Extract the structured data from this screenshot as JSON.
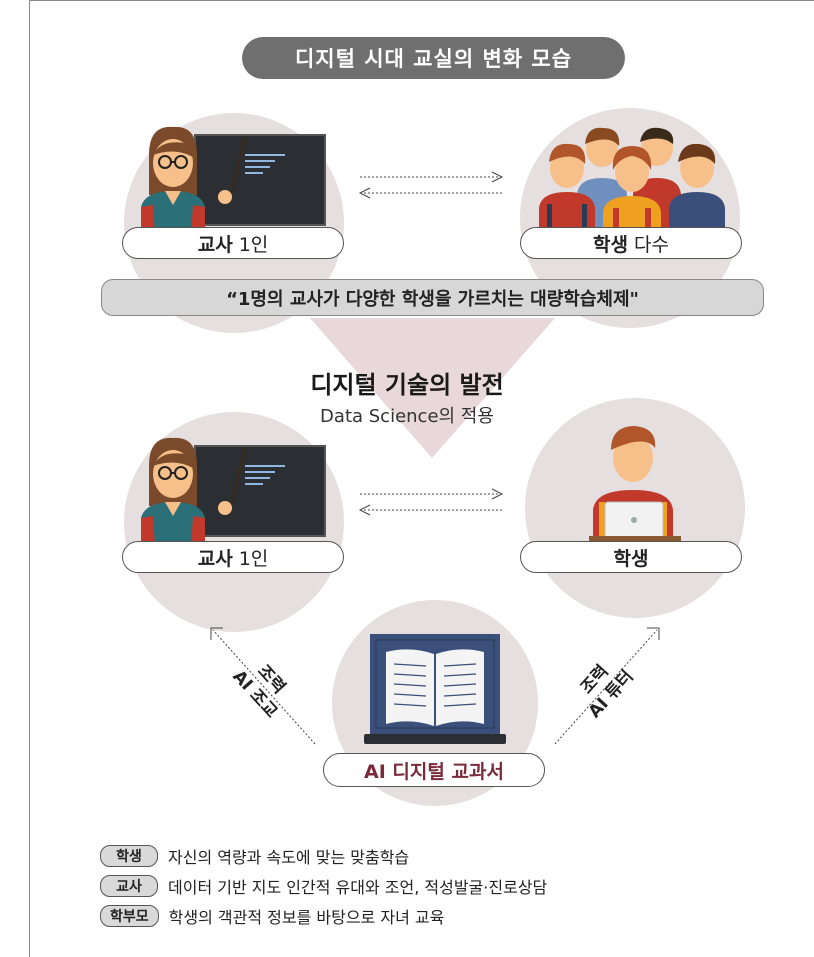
{
  "title": "디지털 시대 교실의 변화 모습",
  "top": {
    "teacher_label": "교사",
    "teacher_count": "1인",
    "students_label": "학생",
    "students_count": "다수",
    "quote": "“1명의 교사가 다양한 학생을 가르치는 대량학습체제\""
  },
  "development": {
    "title": "디지털 기술의 발전",
    "subtitle": "Data Science의 적용"
  },
  "bottom": {
    "teacher_label": "교사",
    "teacher_count": "1인",
    "student_label": "학생",
    "left_diag_line1": "조력",
    "left_diag_line2": "AI 조교",
    "right_diag_line1": "조력",
    "right_diag_line2": "AI 튜터",
    "textbook_label": "AI 디지털 교과서"
  },
  "legend": [
    {
      "tag": "학생",
      "text": "자신의 역량과 속도에 맞는 맞춤학습"
    },
    {
      "tag": "교사",
      "text": "데이터 기반 지도 인간적 유대와 조언, 적성발굴·진로상담"
    },
    {
      "tag": "학부모",
      "text": "학생의 객관적 정보를 바탕으로 자녀 교육"
    }
  ],
  "colors": {
    "title_bg": "#6f6f6f",
    "circle_bg": "#e6dfe0",
    "quote_bg": "#d7d7d7",
    "funnel": "#e8d7db",
    "textbook_text": "#7a2a3a",
    "board": "#2b2f33",
    "skin": "#f7c08a",
    "hair_teacher": "#7a4a2a"
  },
  "icons": [
    "teacher-icon",
    "blackboard-icon",
    "students-group-icon",
    "student-laptop-icon",
    "open-book-icon",
    "double-arrow-icon"
  ]
}
